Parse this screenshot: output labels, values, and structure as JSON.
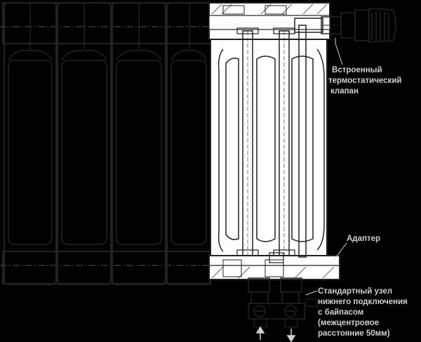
{
  "labels": {
    "thermo_valve": [
      "Встроенный",
      "термостатический",
      "клапан"
    ],
    "adapter": "Адаптер",
    "bottom_unit": [
      "Стандартный узел",
      "нижнего подключения",
      "с байпасом",
      "(межцентровое",
      "расстояние 50мм)"
    ]
  },
  "colors": {
    "background": "#000000",
    "line": "#222222",
    "body": "#ffffff",
    "label_text": "#cfcfcf"
  }
}
